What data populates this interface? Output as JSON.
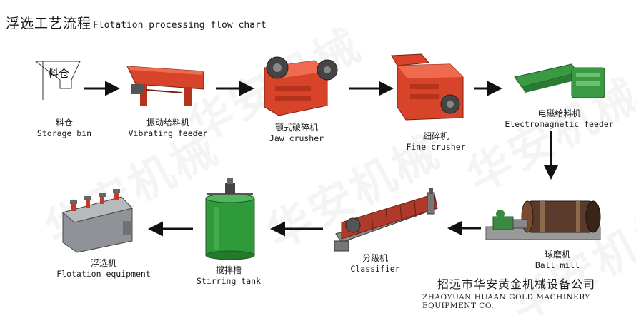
{
  "title": {
    "cn": "浮选工艺流程",
    "en": "Flotation processing flow chart"
  },
  "watermark": "华安机械",
  "stages": [
    {
      "cn": "料仓",
      "en": "Storage bin",
      "icon": "storage-bin-icon",
      "bin_label": "料仓"
    },
    {
      "cn": "振动给料机",
      "en": "Vibrating feeder",
      "icon": "vibrating-feeder-icon"
    },
    {
      "cn": "颚式破碎机",
      "en": "Jaw crusher",
      "icon": "jaw-crusher-icon"
    },
    {
      "cn": "细碎机",
      "en": "Fine crusher",
      "icon": "fine-crusher-icon"
    },
    {
      "cn": "电磁给料机",
      "en": "Electromagnetic feeder",
      "icon": "electromagnetic-feeder-icon"
    },
    {
      "cn": "球磨机",
      "en": "Ball mill",
      "icon": "ball-mill-icon"
    },
    {
      "cn": "分级机",
      "en": "Classifier",
      "icon": "classifier-icon"
    },
    {
      "cn": "搅拌槽",
      "en": "Stirring tank",
      "icon": "stirring-tank-icon"
    },
    {
      "cn": "浮选机",
      "en": "Flotation equipment",
      "icon": "flotation-machine-icon"
    }
  ],
  "company": {
    "cn": "招远市华安黄金机械设备公司",
    "en": "ZHAOYUAN HUAAN GOLD MACHINERY EQUIPMENT CO."
  },
  "colors": {
    "machine_red": "#d8442a",
    "tank_green": "#2f9a3a",
    "feeder_green": "#3a9a44",
    "steel_gray": "#8a8a8a"
  }
}
